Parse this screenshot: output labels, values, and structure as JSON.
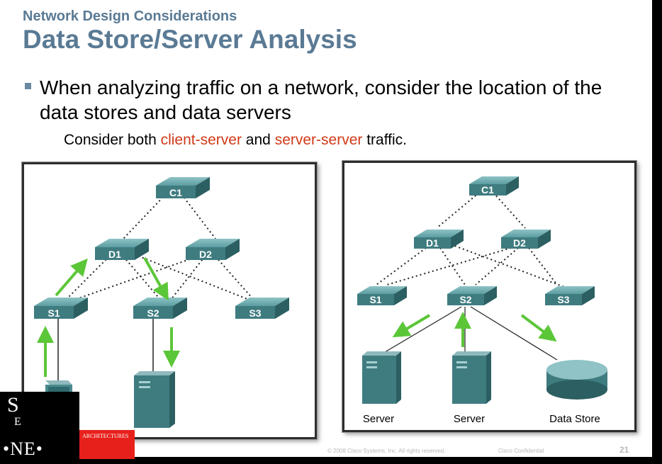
{
  "slide": {
    "section_title": "Network Design Considerations",
    "title": "Data Store/Server Analysis",
    "bullet": "When analyzing traffic on a network, consider the location of the data stores and data servers",
    "sub": {
      "prefix": "Consider both ",
      "term1": "client-server",
      "middle": " and ",
      "term2": "server-server",
      "suffix": " traffic."
    }
  },
  "diagram_left": {
    "switches": [
      "C1",
      "D1",
      "D2",
      "S1",
      "S2",
      "S3"
    ]
  },
  "diagram_right": {
    "switches": [
      "C1",
      "D1",
      "D2",
      "S1",
      "S2",
      "S3"
    ],
    "captions": [
      "Server",
      "Server",
      "Data Store"
    ]
  },
  "footer": {
    "copyright": "© 2008 Cisco Systems, Inc. All rights reserved.",
    "confidential": "Cisco Confidential",
    "page": "21"
  },
  "logo": {
    "letter_s": "S",
    "letter_e": "E",
    "ne": "•NE•",
    "tagline": "ARCHITECTURES"
  },
  "colors": {
    "title": "#5a7a94",
    "highlight": "#d03a17",
    "arrow": "#5cc639",
    "switch": "#3f7c80",
    "logo_red": "#e8201c"
  }
}
